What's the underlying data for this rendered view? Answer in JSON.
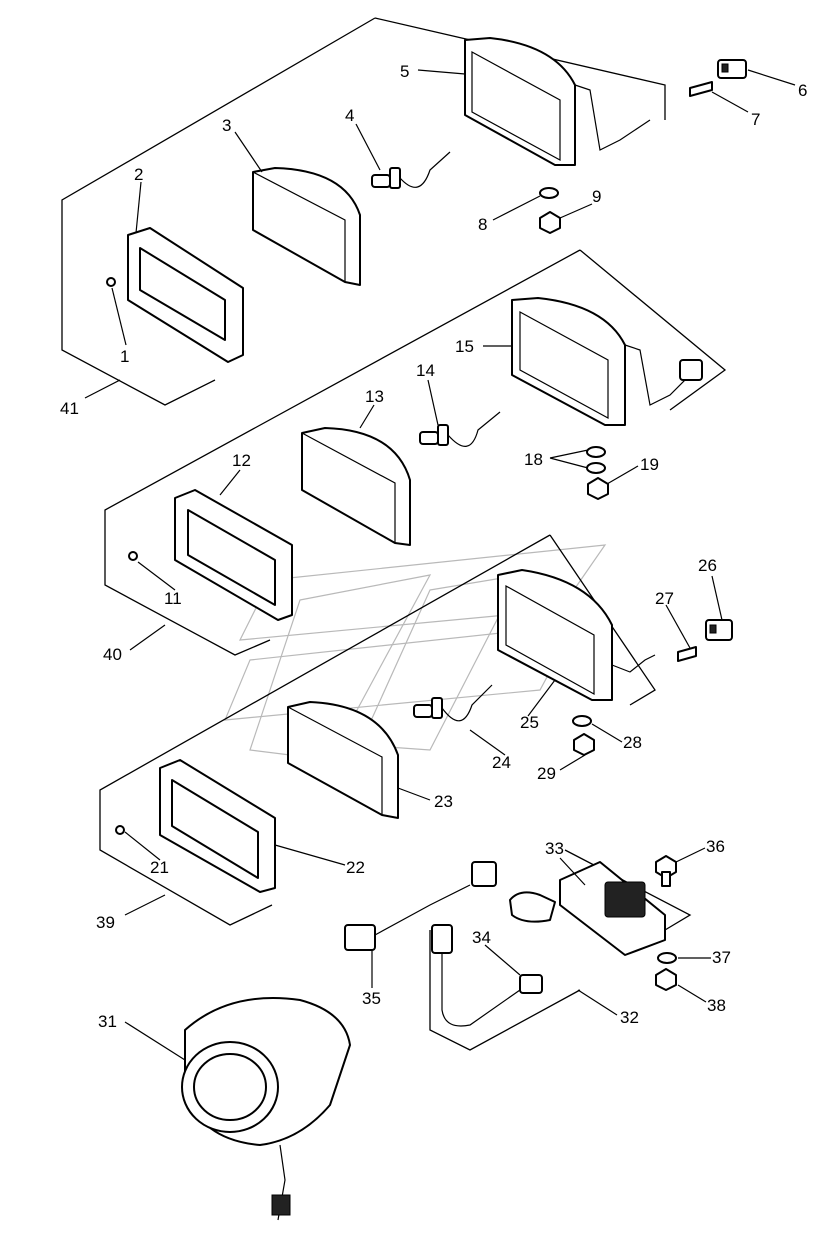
{
  "labels": {
    "l1": "1",
    "l2": "2",
    "l3": "3",
    "l4": "4",
    "l5": "5",
    "l6": "6",
    "l7": "7",
    "l8": "8",
    "l9": "9",
    "l11": "11",
    "l12": "12",
    "l13": "13",
    "l14": "14",
    "l15": "15",
    "l18": "18",
    "l19": "19",
    "l21": "21",
    "l22": "22",
    "l23": "23",
    "l24": "24",
    "l25": "25",
    "l26": "26",
    "l27": "27",
    "l28": "28",
    "l29": "29",
    "l31": "31",
    "l32": "32",
    "l33": "33",
    "l34": "34",
    "l35": "35",
    "l36": "36",
    "l37": "37",
    "l38": "38",
    "l39": "39",
    "l40": "40",
    "l41": "41"
  }
}
